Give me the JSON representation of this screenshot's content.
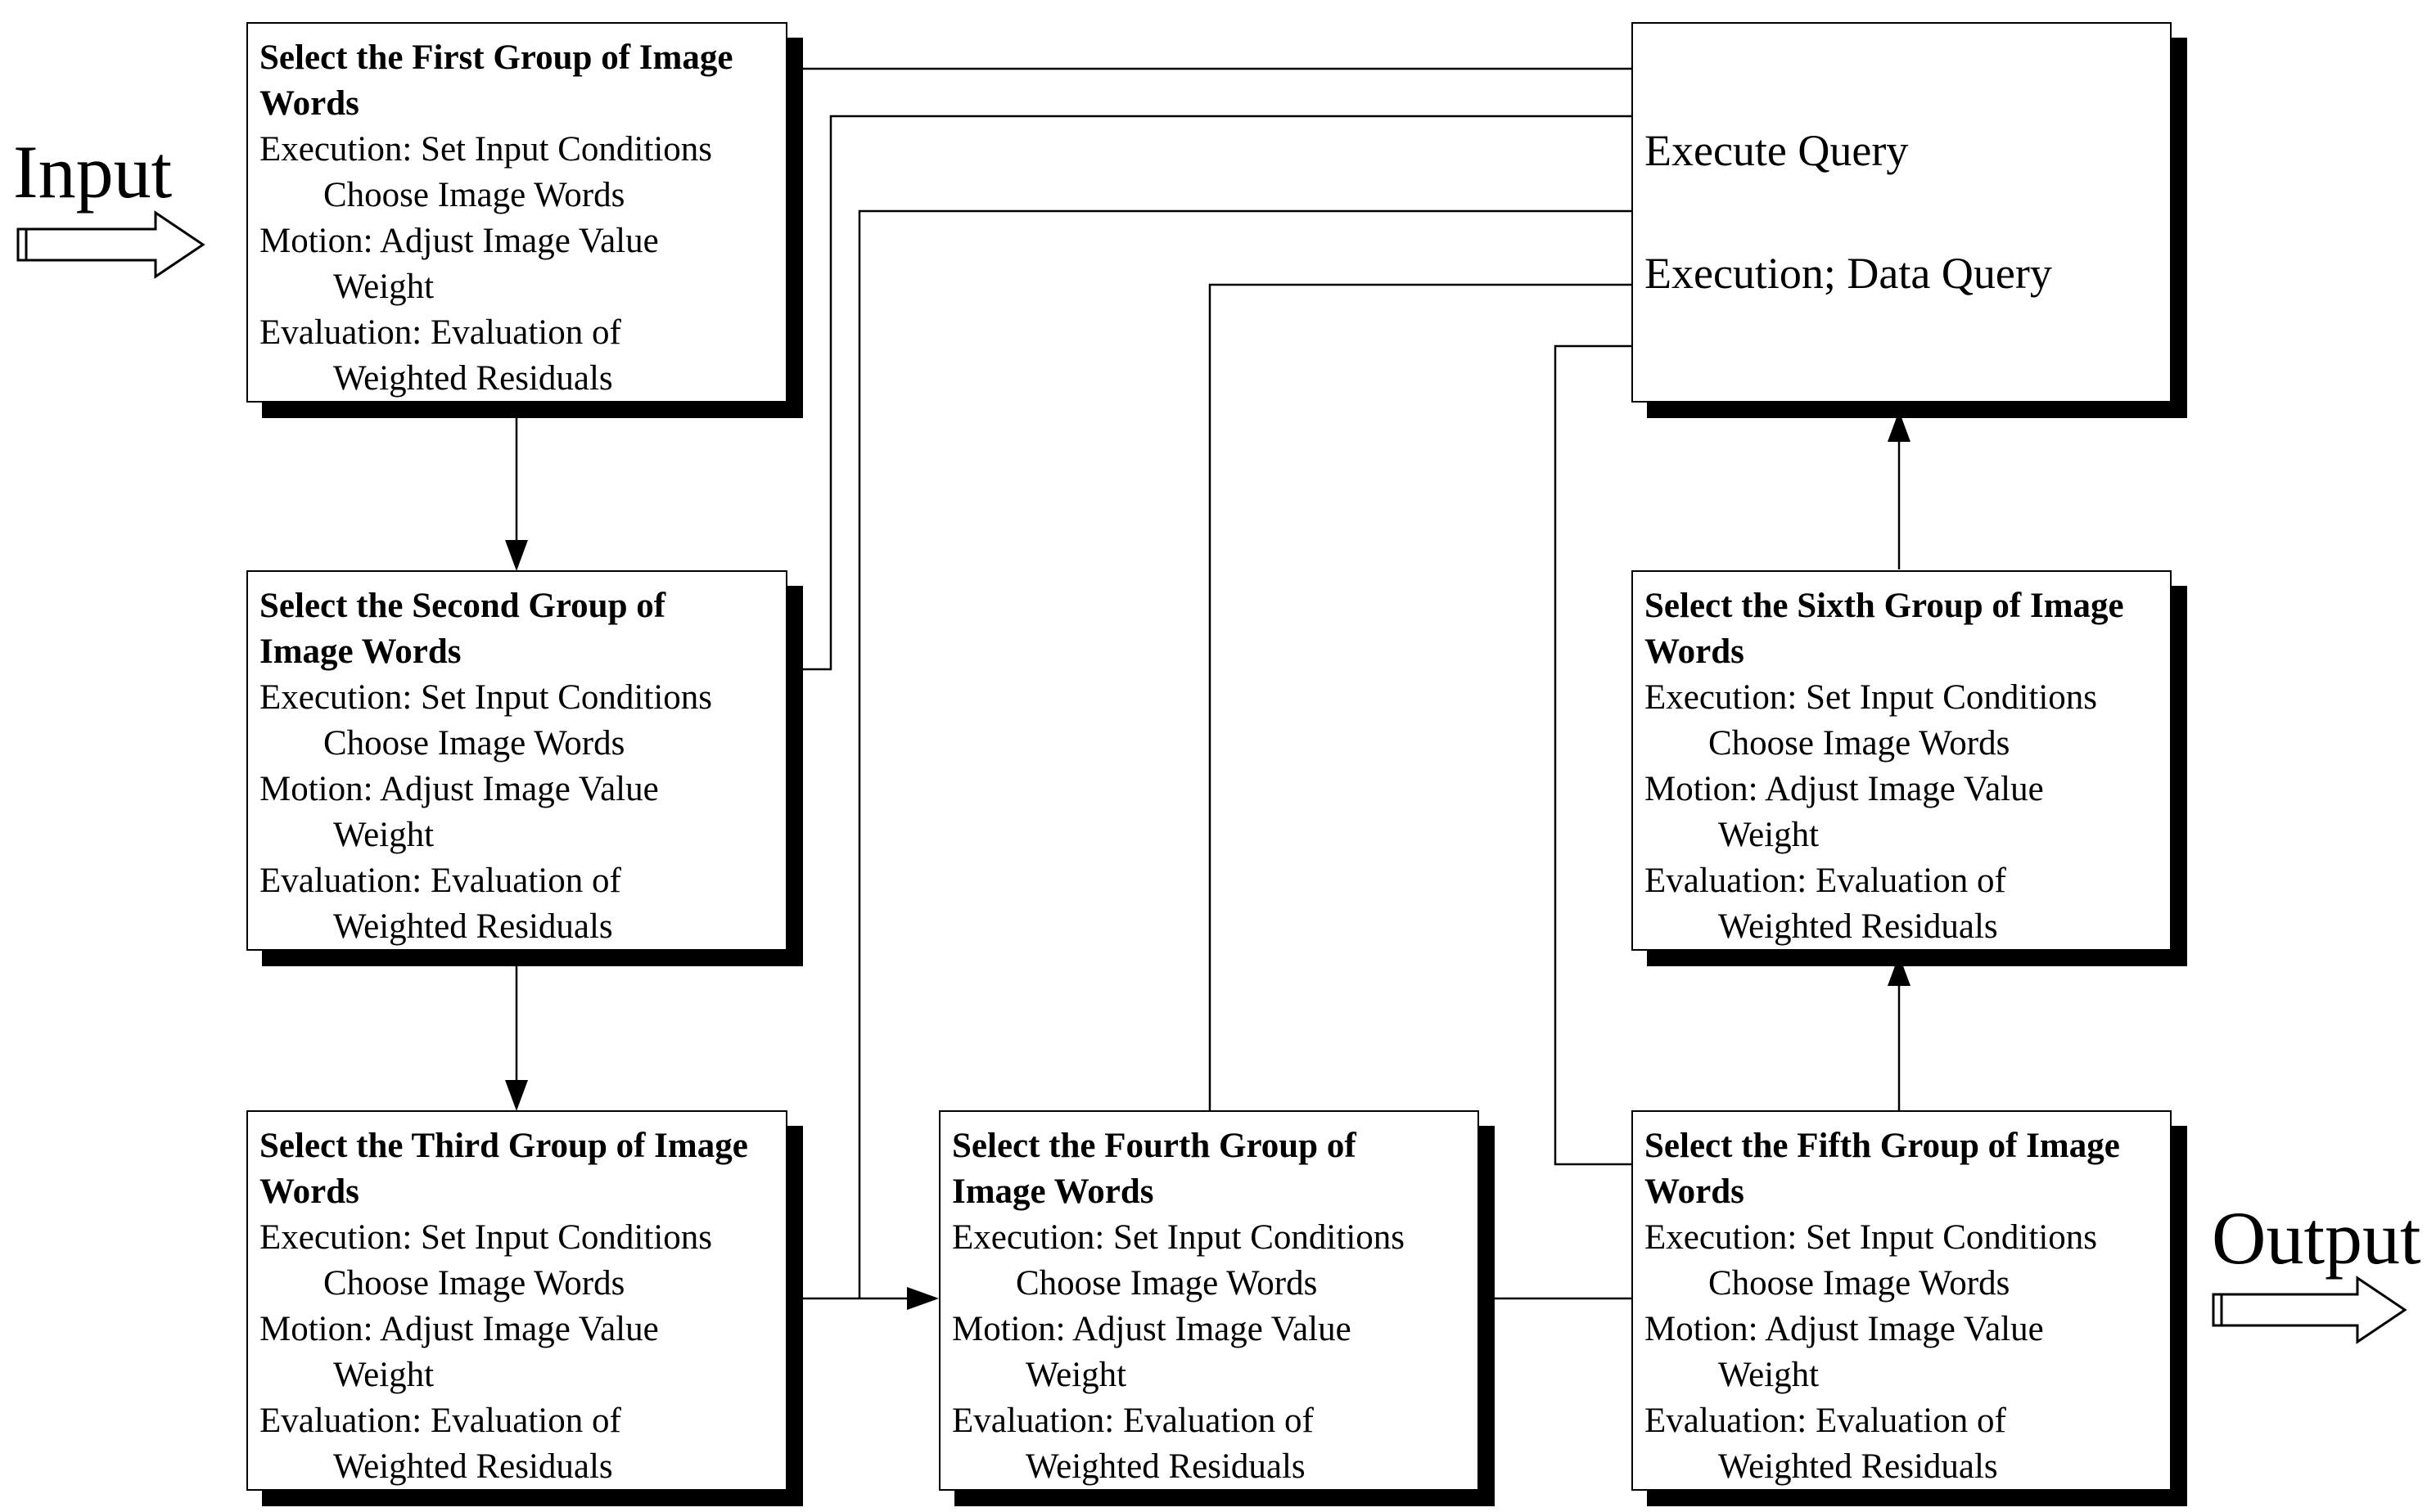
{
  "io": {
    "input_label": "Input",
    "output_label": "Output"
  },
  "query_box": {
    "line1": "Execute Query",
    "line2": "Execution; Data Query"
  },
  "groups": [
    {
      "title_line1": "Select the First Group of Image",
      "title_line2": "Words",
      "exec_line1": "Execution: Set Input Conditions",
      "exec_line2": "Choose Image Words",
      "motion_line1": "Motion: Adjust Image Value",
      "motion_line2": "Weight",
      "eval_line1": "Evaluation: Evaluation of",
      "eval_line2": "Weighted Residuals"
    },
    {
      "title_line1": "Select the Second Group of",
      "title_line2": "Image Words",
      "exec_line1": "Execution: Set Input Conditions",
      "exec_line2": "Choose Image Words",
      "motion_line1": "Motion: Adjust Image Value",
      "motion_line2": "Weight",
      "eval_line1": "Evaluation: Evaluation of",
      "eval_line2": "Weighted Residuals"
    },
    {
      "title_line1": "Select the Third Group of Image",
      "title_line2": "Words",
      "exec_line1": "Execution: Set Input Conditions",
      "exec_line2": "Choose Image Words",
      "motion_line1": "Motion: Adjust Image Value",
      "motion_line2": "Weight",
      "eval_line1": "Evaluation: Evaluation of",
      "eval_line2": "Weighted Residuals"
    },
    {
      "title_line1": "Select the Fourth Group of",
      "title_line2": "Image Words",
      "exec_line1": "Execution: Set Input Conditions",
      "exec_line2": "Choose Image Words",
      "motion_line1": "Motion: Adjust Image Value",
      "motion_line2": "Weight",
      "eval_line1": "Evaluation: Evaluation of",
      "eval_line2": "Weighted Residuals"
    },
    {
      "title_line1": "Select the Fifth Group of Image",
      "title_line2": "Words",
      "exec_line1": "Execution: Set Input Conditions",
      "exec_line2": "Choose Image Words",
      "motion_line1": "Motion: Adjust Image Value",
      "motion_line2": "Weight",
      "eval_line1": "Evaluation: Evaluation of",
      "eval_line2": "Weighted Residuals"
    },
    {
      "title_line1": "Select the Sixth Group of Image",
      "title_line2": "Words",
      "exec_line1": "Execution: Set Input Conditions",
      "exec_line2": "Choose Image Words",
      "motion_line1": "Motion: Adjust Image Value",
      "motion_line2": "Weight",
      "eval_line1": "Evaluation: Evaluation of",
      "eval_line2": "Weighted Residuals"
    }
  ],
  "colors": {
    "line": "#000000",
    "shadow": "#000000",
    "background": "#ffffff"
  }
}
